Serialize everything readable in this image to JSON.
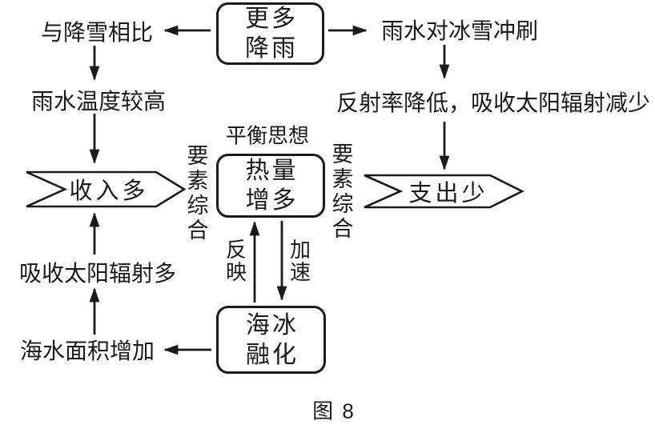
{
  "diagram": {
    "caption": "图 8",
    "nodes": {
      "more_rain": {
        "line1": "更多",
        "line2": "降雨"
      },
      "heat_increase": {
        "line1": "热量",
        "line2": "增多"
      },
      "sea_ice_melt": {
        "line1": "海冰",
        "line2": "融化"
      }
    },
    "banners": {
      "income": "收入多",
      "expense": "支出少"
    },
    "labels": {
      "compare_snowfall": "与降雪相比",
      "rain_temp_higher": "雨水温度较高",
      "rain_scour_ice": "雨水对冰雪冲刷",
      "albedo_decrease": "反射率降低，吸收太阳辐射减少",
      "absorb_solar_more": "吸收太阳辐射多",
      "sea_area_increase": "海水面积增加",
      "balance_concept": "平衡思想",
      "factor_synthesis_left": "要素综合",
      "factor_synthesis_right": "要素综合",
      "reflect": "反映",
      "accelerate": "加速"
    },
    "colors": {
      "line": "#1a1a1a",
      "text": "#1a1a1a",
      "background": "#ffffff"
    }
  }
}
